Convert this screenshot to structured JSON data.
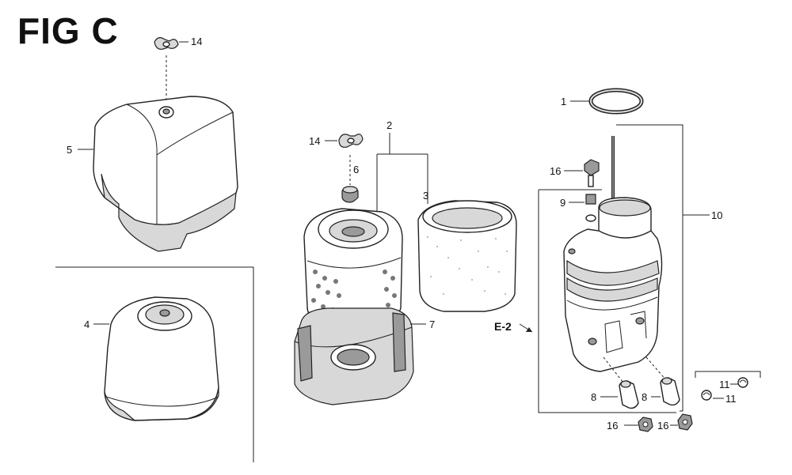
{
  "figure": {
    "title": "FIG C"
  },
  "callouts": {
    "wing_nut_top": "14",
    "cover": "5",
    "wing_nut_mid": "14",
    "grommet": "6",
    "element_assy": "2",
    "foam": "3",
    "alt_cover": "4",
    "element_base": "7",
    "ring": "1",
    "bolt": "16",
    "collar": "9",
    "case": "10",
    "ref_e2": "E-2",
    "pipe_a": "8",
    "pipe_b": "8",
    "nut_a": "16",
    "nut_b": "16",
    "clip_a": "11",
    "clip_b": "11"
  }
}
